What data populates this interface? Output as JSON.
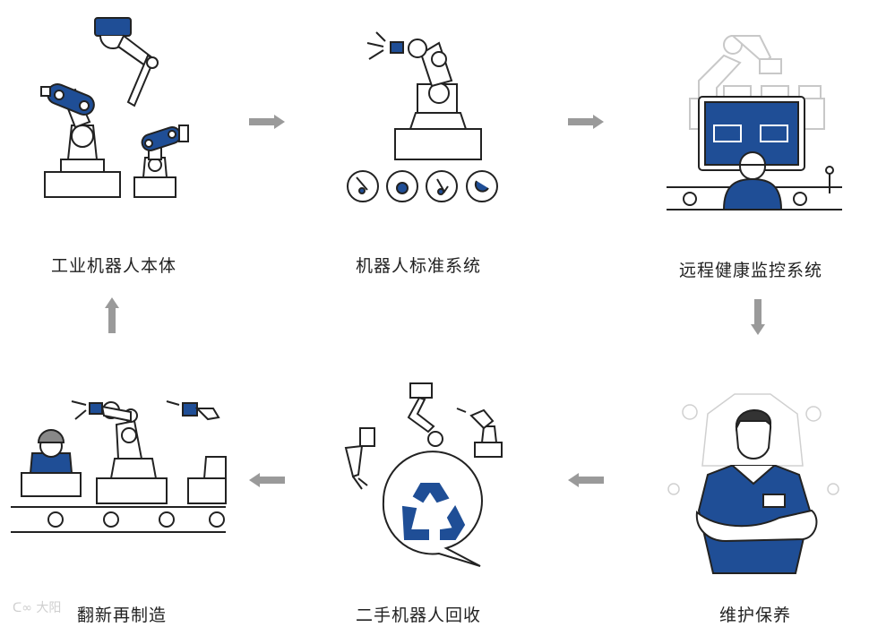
{
  "nodes": [
    {
      "id": "robot-body",
      "label": "工业机器人本体"
    },
    {
      "id": "standard-system",
      "label": "机器人标准系统"
    },
    {
      "id": "remote-monitoring",
      "label": "远程健康监控系统"
    },
    {
      "id": "maintenance",
      "label": "维护保养"
    },
    {
      "id": "second-hand",
      "label": "二手机器人回收"
    },
    {
      "id": "refurbish",
      "label": "翻新再制造"
    }
  ],
  "flow": [
    "robot-body",
    "standard-system",
    "remote-monitoring",
    "maintenance",
    "second-hand",
    "refurbish",
    "robot-body"
  ],
  "watermark": "大阳",
  "colors": {
    "accent": "#1f4e96",
    "line": "#222222",
    "arrow": "#9a9a9a",
    "faint": "#c8c8c8"
  }
}
